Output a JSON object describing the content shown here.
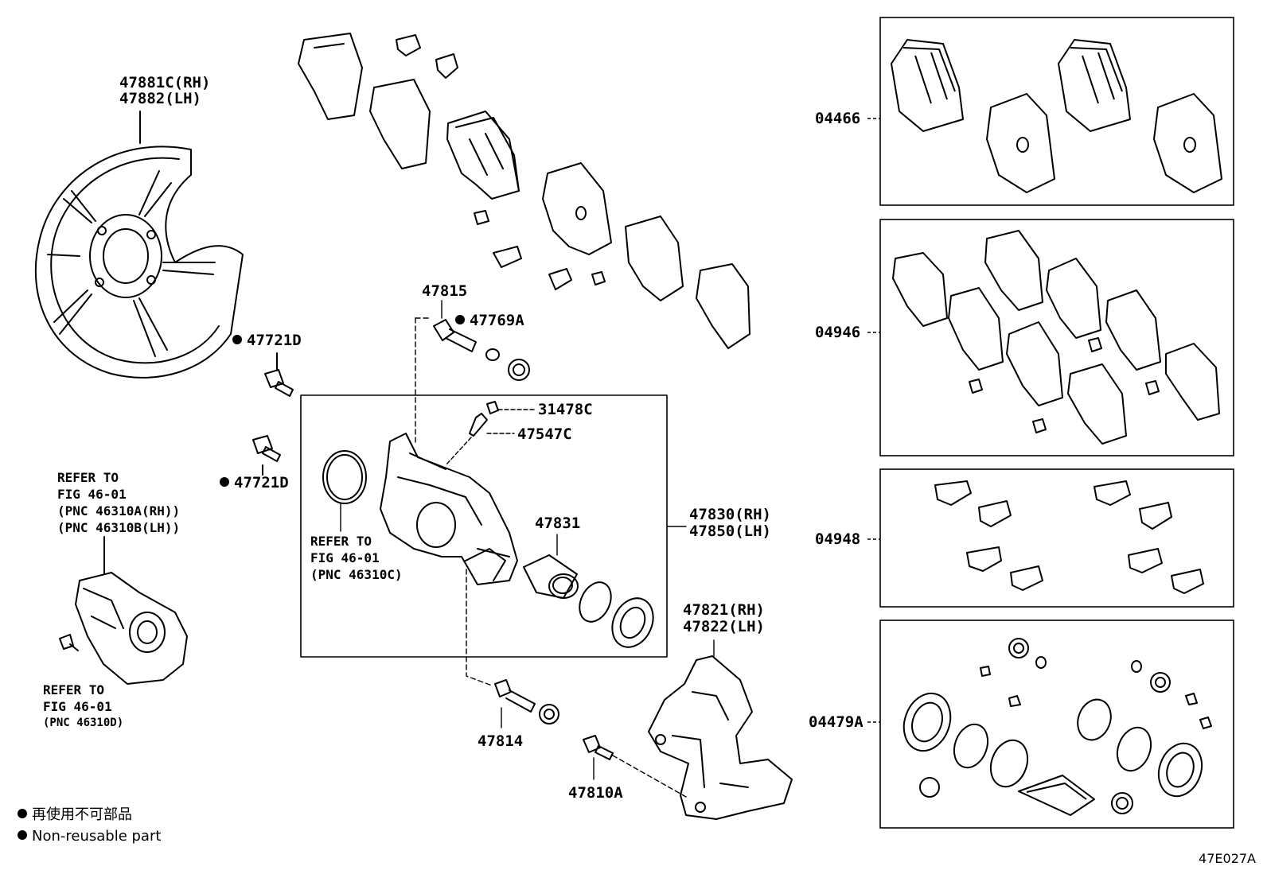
{
  "labels": {
    "p47881": "47881C(RH)",
    "p47882": "47882(LH)",
    "p47721d_top": "47721D",
    "p47721d_bot": "47721D",
    "p47815": "47815",
    "p47769a": "47769A",
    "p31478c": "31478C",
    "p47547c": "47547C",
    "p47831": "47831",
    "p47830": "47830(RH)",
    "p47850": "47850(LH)",
    "p47821": "47821(RH)",
    "p47822": "47822(LH)",
    "p47814": "47814",
    "p47810a": "47810A",
    "p04466": "04466",
    "p04946": "04946",
    "p04948": "04948",
    "p04479a": "04479A"
  },
  "notes": {
    "refer_left_1": "REFER TO",
    "refer_left_2": "FIG 46-01",
    "refer_left_3": "(PNC 46310A(RH))",
    "refer_left_4": "(PNC 46310B(LH))",
    "refer_mid_1": "REFER TO",
    "refer_mid_2": "FIG 46-01",
    "refer_mid_3": "(PNC 46310C)",
    "refer_bot_1": "REFER TO",
    "refer_bot_2": "FIG 46-01",
    "refer_bot_3": "(PNC 46310D)"
  },
  "legend": {
    "line1": "再使用不可部品",
    "line2": "Non-reusable part"
  },
  "figure_code": "47E027A"
}
